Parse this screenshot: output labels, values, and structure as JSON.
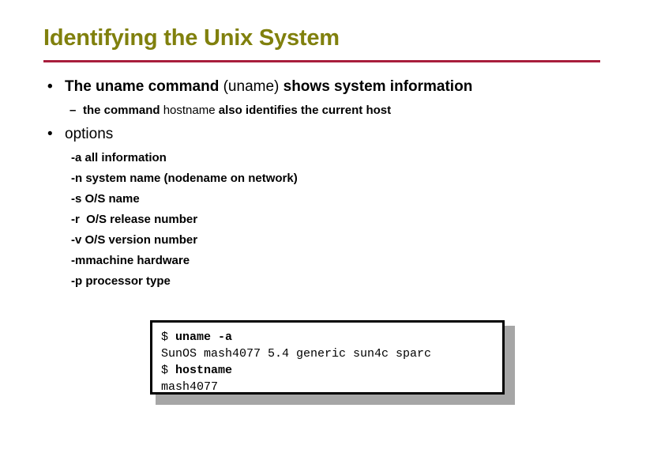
{
  "slide": {
    "title": "Identifying the Unix System",
    "title_color": "#80800d",
    "rule_color": "#a81e3c",
    "background": "#ffffff"
  },
  "bullets": [
    {
      "marker": "•",
      "level": 1,
      "parts": [
        {
          "text": "The uname command ",
          "style": "bold"
        },
        {
          "text": "(uname)",
          "style": "regular"
        },
        {
          "text": " shows system information",
          "style": "bold"
        }
      ]
    },
    {
      "marker": "–",
      "level": 2,
      "parts": [
        {
          "text": "the command ",
          "style": "bold"
        },
        {
          "text": "hostname",
          "style": "regular"
        },
        {
          "text": " also identifies the current host",
          "style": "bold"
        }
      ]
    },
    {
      "marker": "•",
      "level": 1,
      "parts": [
        {
          "text": "options",
          "style": "regular"
        }
      ]
    }
  ],
  "options": [
    {
      "flag": "-a",
      "description": " all information"
    },
    {
      "flag": "-n",
      "description": " system name (nodename on network)"
    },
    {
      "flag": "-s",
      "description": " O/S name"
    },
    {
      "flag": "-r",
      "description": "  O/S release number"
    },
    {
      "flag": "-v",
      "description": " O/S version number"
    },
    {
      "flag": "-m",
      "description": "machine hardware"
    },
    {
      "flag": "-p",
      "description": " processor type"
    }
  ],
  "terminal": {
    "border_color": "#000000",
    "shadow_color": "#a6a6a6",
    "lines": [
      {
        "prompt": "$ ",
        "command": "uname -a",
        "output": ""
      },
      {
        "prompt": "",
        "command": "",
        "output": "SunOS mash4077 5.4 generic sun4c sparc"
      },
      {
        "prompt": "$ ",
        "command": "hostname",
        "output": ""
      },
      {
        "prompt": "",
        "command": "",
        "output": "mash4077"
      }
    ]
  }
}
